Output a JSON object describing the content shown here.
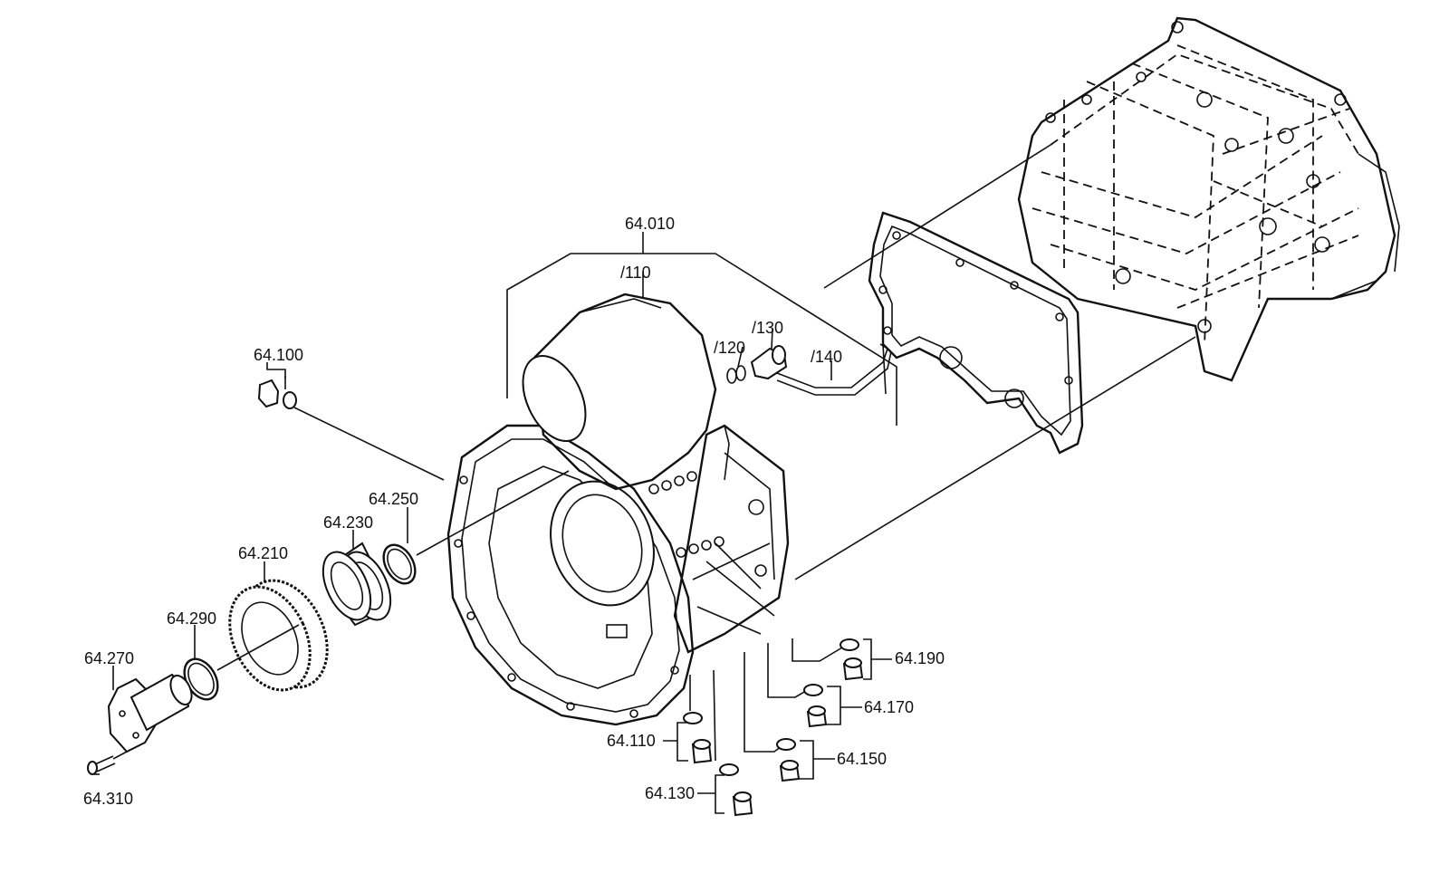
{
  "labels": {
    "p64_010": "64.010",
    "p110": "/110",
    "p120": "/120",
    "p130": "/130",
    "p140": "/140",
    "p64_100": "64.100",
    "p64_250": "64.250",
    "p64_230": "64.230",
    "p64_210": "64.210",
    "p64_290": "64.290",
    "p64_270": "64.270",
    "p64_310": "64.310",
    "p64_190": "64.190",
    "p64_170": "64.170",
    "p64_150": "64.150",
    "p64_110": "64.110",
    "p64_130": "64.130"
  }
}
